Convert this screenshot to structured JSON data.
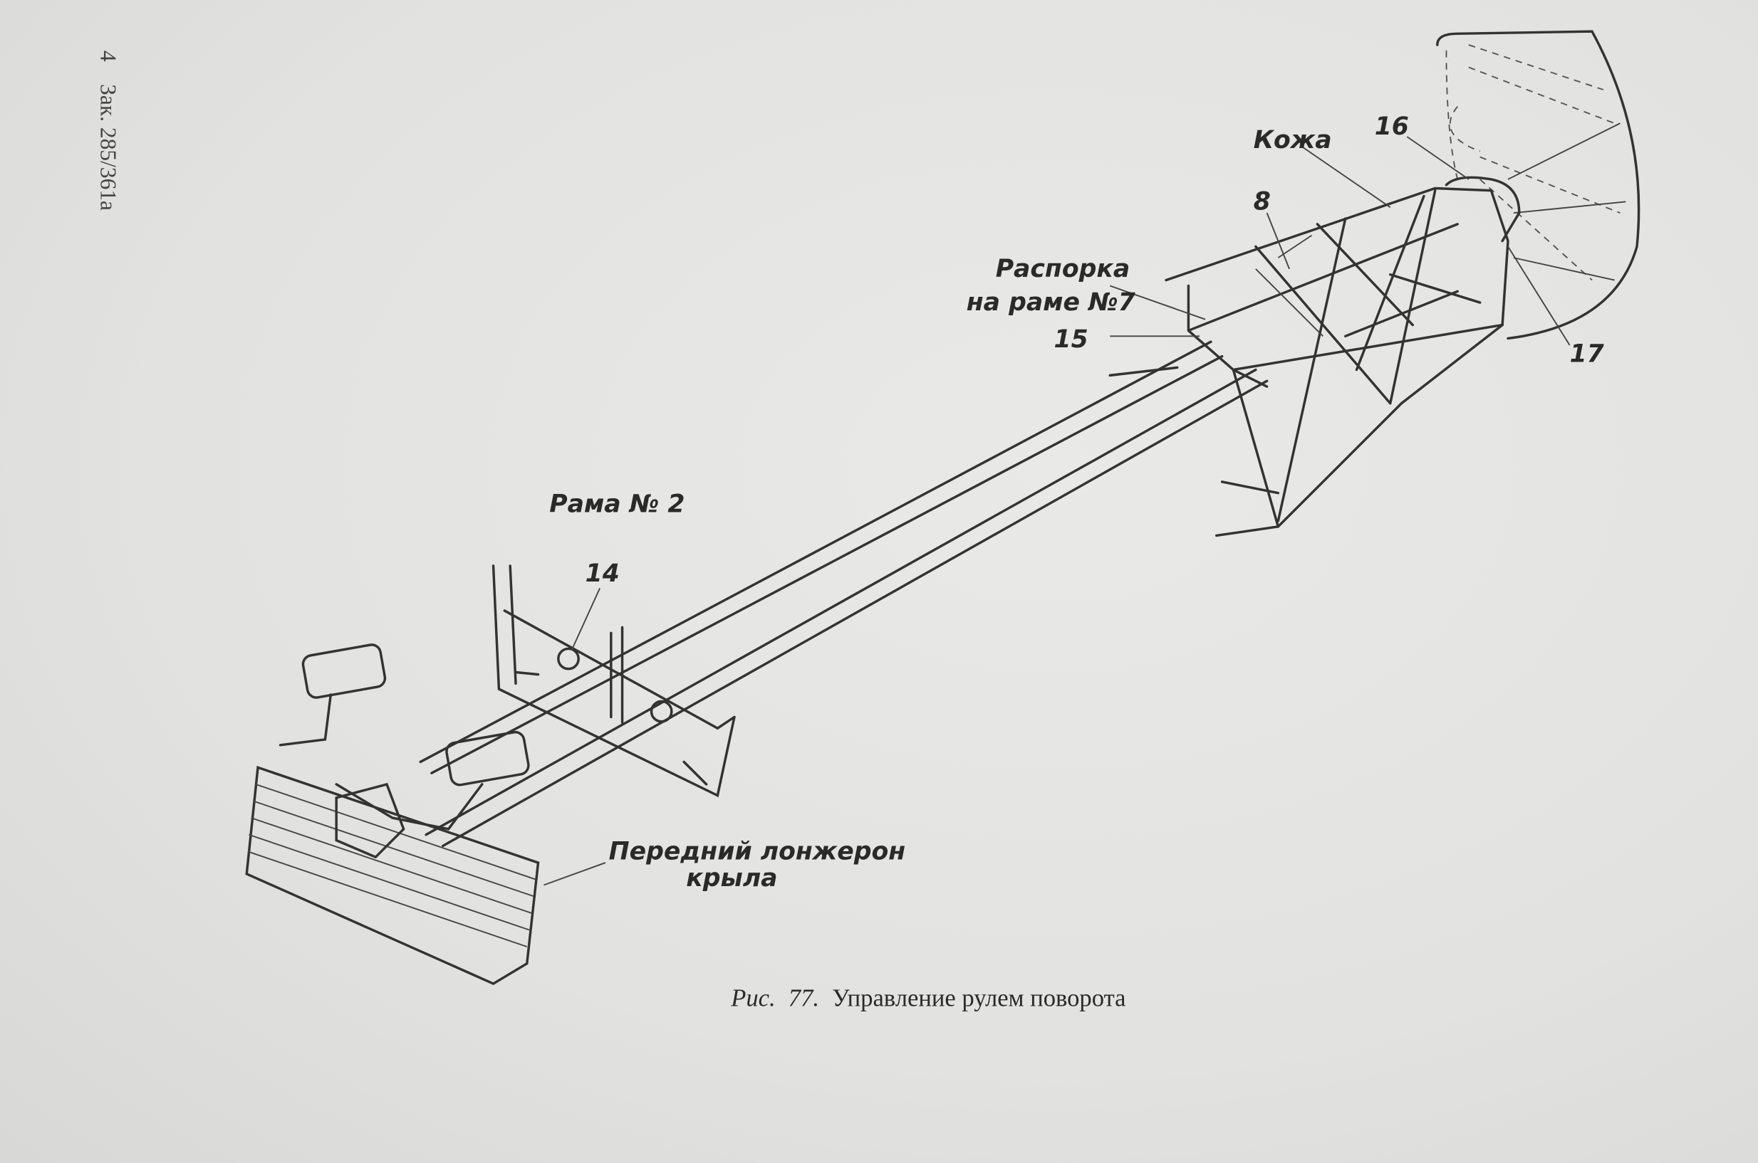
{
  "margin_note": {
    "page_number": "4",
    "order": "Зак. 285/361а"
  },
  "labels": {
    "skin": "Кожа",
    "n16": "16",
    "n8": "8",
    "strut_line1": "Распорка",
    "strut_line2": "на раме №7",
    "n15": "15",
    "n17": "17",
    "frame2": "Рама № 2",
    "n14": "14",
    "spar_line1": "Передний лонжерон",
    "spar_line2": "крыла"
  },
  "caption": {
    "prefix": "Рис.",
    "number": "77.",
    "text": "Управление рулем поворота"
  }
}
